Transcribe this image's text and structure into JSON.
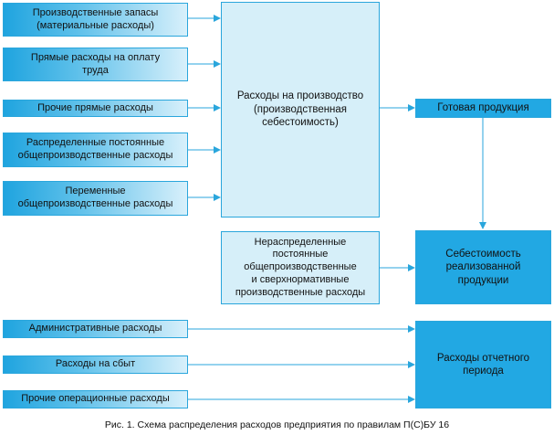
{
  "inputs": [
    {
      "label": "Производственные запасы\n(материальные расходы)"
    },
    {
      "label": "Прямые расходы на оплату\nтруда"
    },
    {
      "label": "Прочие прямые расходы"
    },
    {
      "label": "Распределенные постоянные\nобщепроизводственные расходы"
    },
    {
      "label": "Переменные\nобщепроизводственные расходы"
    }
  ],
  "production": {
    "label": "Расходы на производство\n(производственная\nсебестоимость)"
  },
  "finished": {
    "label": "Готовая продукция"
  },
  "unallocated": {
    "label": "Нераспределенные\nпостоянные\nобщепроизводственные\nи сверхнормативные\nпроизводственные расходы"
  },
  "cost_of_sales": {
    "label": "Себестоимость\nреализованной\nпродукции"
  },
  "period_inputs": [
    {
      "label": "Административные расходы"
    },
    {
      "label": "Расходы на сбыт"
    },
    {
      "label": "Прочие операционные расходы"
    }
  ],
  "period": {
    "label": "Расходы отчетного\nпериода"
  },
  "caption": "Рис. 1. Схема распределения расходов предприятия по правилам П(С)БУ 16",
  "colors": {
    "line": "#2aa6dc",
    "solid_fill": "#22a8e3",
    "light_fill": "#d6eff9"
  }
}
